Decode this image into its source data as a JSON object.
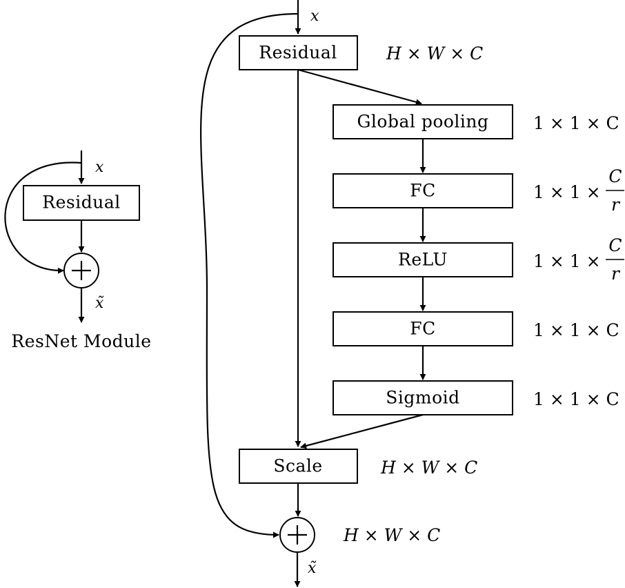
{
  "resnet": {
    "input_label": "x",
    "residual_label": "Residual",
    "output_label": "x̃",
    "caption": "ResNet Module"
  },
  "se": {
    "input_label": "x",
    "output_label": "x̃",
    "residual": {
      "label": "Residual",
      "dim": "H × W × C"
    },
    "global_pooling": {
      "label": "Global pooling",
      "dim": "1 × 1 × C"
    },
    "fc1": {
      "label": "FC",
      "dim_prefix": "1 × 1 × ",
      "dim_num": "C",
      "dim_den": "r"
    },
    "relu": {
      "label": "ReLU",
      "dim_prefix": "1 × 1 × ",
      "dim_num": "C",
      "dim_den": "r"
    },
    "fc2": {
      "label": "FC",
      "dim": "1 × 1 × C"
    },
    "sigmoid": {
      "label": "Sigmoid",
      "dim": "1 × 1 × C"
    },
    "scale": {
      "label": "Scale",
      "dim": "H × W × C"
    },
    "sum_dim": "H × W × C"
  }
}
